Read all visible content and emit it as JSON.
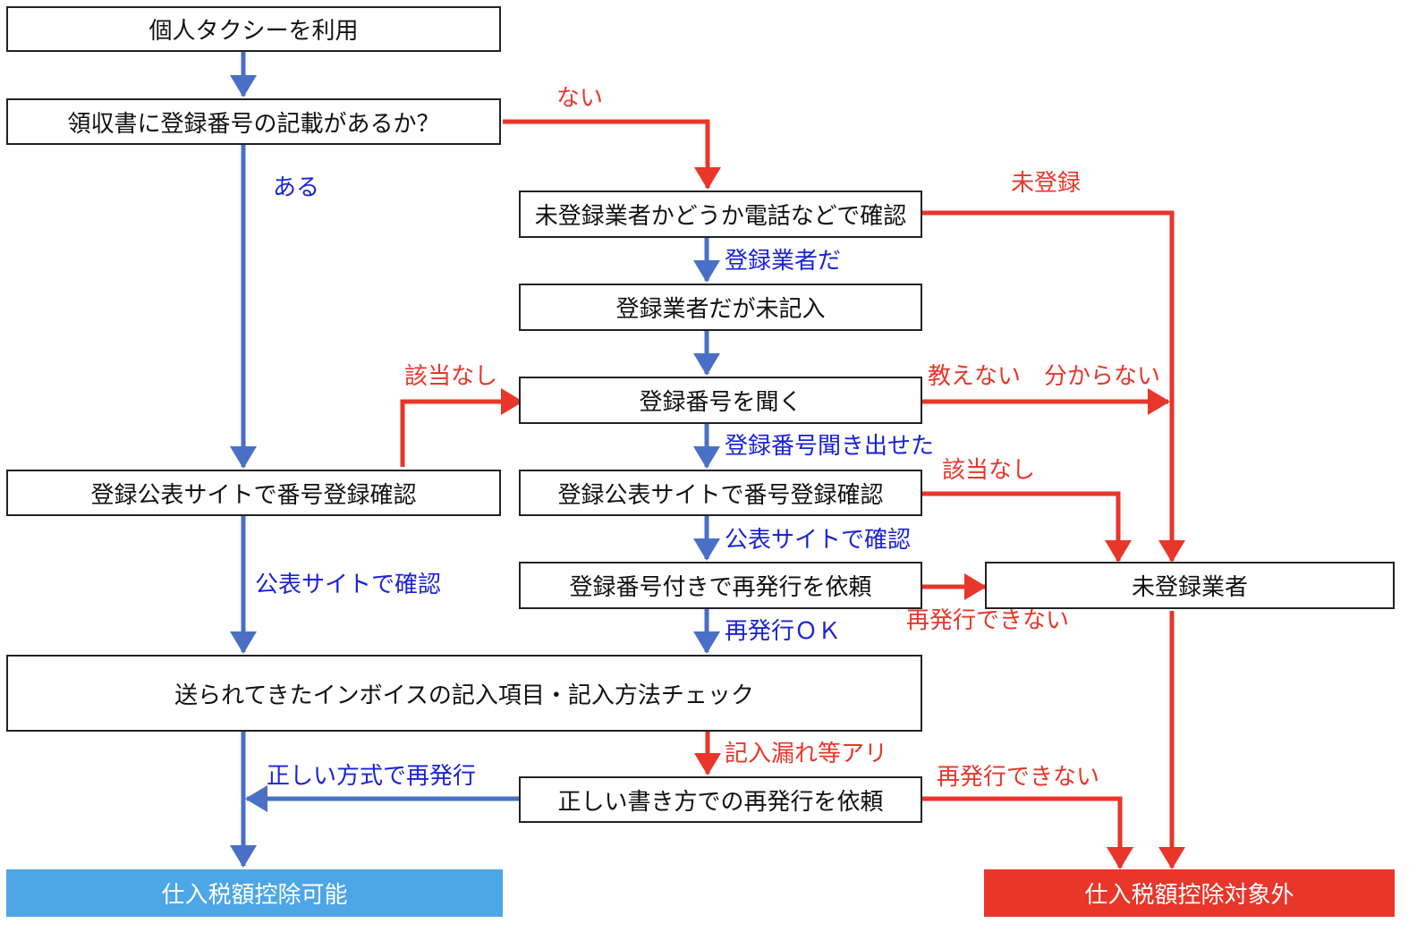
{
  "colors": {
    "blue_arrow": "#4a6fc6",
    "red_arrow": "#e8362a",
    "blue_text": "#1a22d6",
    "red_text": "#e8362a",
    "ok_fill": "#4da6e6",
    "ng_fill": "#e8362a"
  },
  "nodes": {
    "start": "個人タクシーを利用",
    "check_receipt": "領収書に登録番号の記載があるか？",
    "check_unregistered": "未登録業者かどうか電話などで確認",
    "registered_not_written": "登録業者だが未記入",
    "ask_number": "登録番号を聞く",
    "verify_site_left": "登録公表サイトで番号登録確認",
    "verify_site_mid": "登録公表サイトで番号登録確認",
    "request_reissue_number": "登録番号付きで再発行を依頼",
    "unregistered": "未登録業者",
    "check_invoice": "送られてきたインボイスの記入項目・記入方法チェック",
    "request_reissue_correct": "正しい書き方での再発行を依頼",
    "deductible": "仕入税額控除可能",
    "not_deductible": "仕入税額控除対象外"
  },
  "labels": {
    "nai": "ない",
    "aru": "ある",
    "mitouroku": "未登録",
    "touroku_gyousha_da": "登録業者だ",
    "gaitou_nashi_left": "該当なし",
    "oshienai": "教えない　分からない",
    "number_obtained": "登録番号聞き出せた",
    "gaitou_nashi_right": "該当なし",
    "site_confirmed_mid": "公表サイトで確認",
    "site_confirmed_left": "公表サイトで確認",
    "reissue_ng_1": "再発行できない",
    "reissue_ok": "再発行ＯＫ",
    "missing_entries": "記入漏れ等アリ",
    "correct_reissue": "正しい方式で再発行",
    "reissue_ng_2": "再発行できない"
  }
}
